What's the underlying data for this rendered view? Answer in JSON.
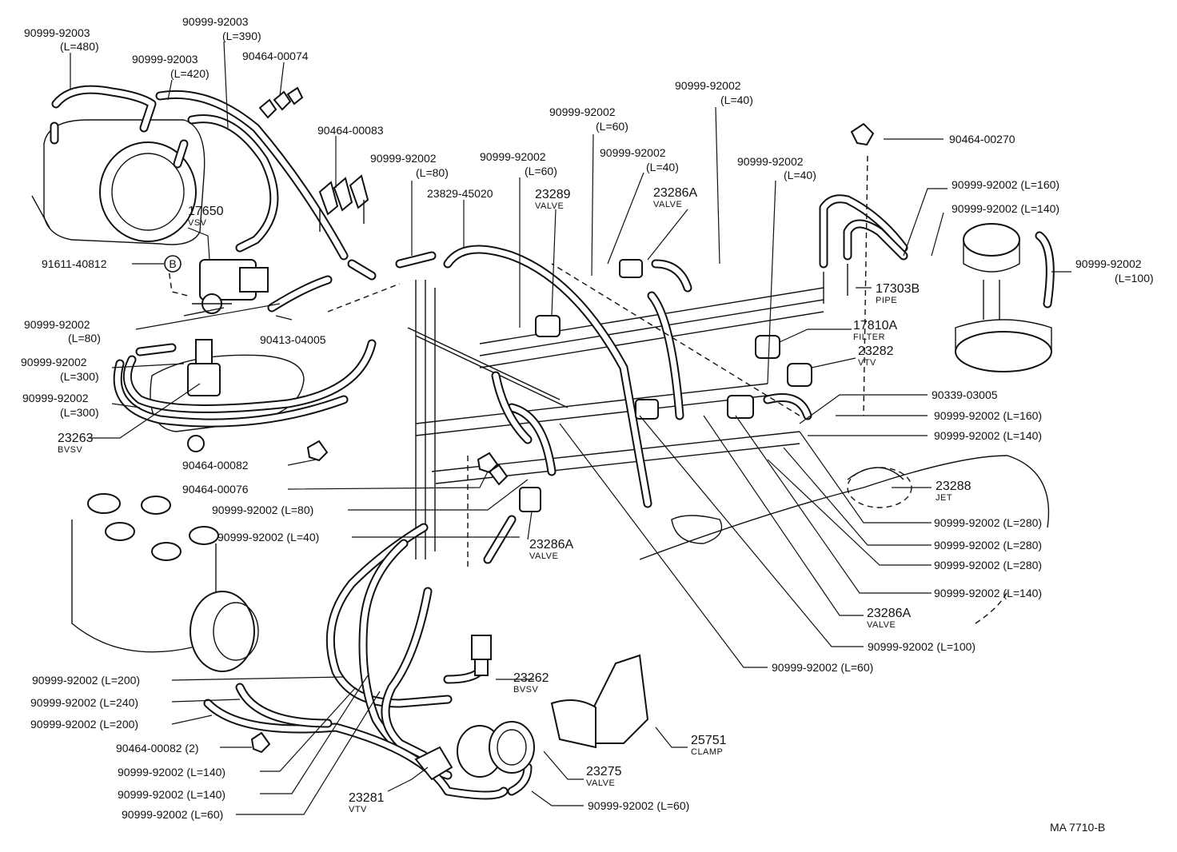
{
  "document_code": "MA 7710-B",
  "circle_marker": "B",
  "labels": [
    {
      "id": "l01",
      "num": "90999-92003",
      "sub": "(L=480)"
    },
    {
      "id": "l02",
      "num": "90999-92003",
      "sub": "(L=390)"
    },
    {
      "id": "l03",
      "num": "90999-92003",
      "sub": "(L=420)"
    },
    {
      "id": "l04",
      "num": "90464-00074",
      "sub": ""
    },
    {
      "id": "l05",
      "num": "90464-00083",
      "sub": ""
    },
    {
      "id": "l06",
      "num": "90999-92002",
      "sub": "(L=80)"
    },
    {
      "id": "l07",
      "num": "23829-45020",
      "sub": ""
    },
    {
      "id": "l08",
      "num": "90999-92002",
      "sub": "(L=60)"
    },
    {
      "id": "l09",
      "num": "90999-92002",
      "sub": "(L=60)"
    },
    {
      "id": "l10",
      "num": "23289",
      "sub": "VALVE"
    },
    {
      "id": "l11",
      "num": "90999-92002",
      "sub": "(L=40)"
    },
    {
      "id": "l12",
      "num": "90999-92002",
      "sub": "(L=40)"
    },
    {
      "id": "l13",
      "num": "23286A",
      "sub": "VALVE"
    },
    {
      "id": "l14",
      "num": "90999-92002",
      "sub": "(L=40)"
    },
    {
      "id": "l15",
      "num": "17650",
      "sub": "VSV"
    },
    {
      "id": "l16",
      "num": "91611-40812",
      "sub": ""
    },
    {
      "id": "l17",
      "num": "90464-00270",
      "sub": ""
    },
    {
      "id": "l18",
      "num": "90999-92002 (L=160)",
      "sub": ""
    },
    {
      "id": "l19",
      "num": "90999-92002 (L=140)",
      "sub": ""
    },
    {
      "id": "l20",
      "num": "90999-92002",
      "sub": "(L=100)"
    },
    {
      "id": "l21",
      "num": "17303B",
      "sub": "PIPE"
    },
    {
      "id": "l22",
      "num": "17810A",
      "sub": "FILTER"
    },
    {
      "id": "l23",
      "num": "23282",
      "sub": "VTV"
    },
    {
      "id": "l24",
      "num": "90999-92002",
      "sub": "(L=80)"
    },
    {
      "id": "l25",
      "num": "90413-04005",
      "sub": ""
    },
    {
      "id": "l26",
      "num": "90999-92002",
      "sub": "(L=300)"
    },
    {
      "id": "l27",
      "num": "90999-92002",
      "sub": "(L=300)"
    },
    {
      "id": "l28",
      "num": "23263",
      "sub": "BVSV"
    },
    {
      "id": "l29",
      "num": "90339-03005",
      "sub": ""
    },
    {
      "id": "l30",
      "num": "90999-92002 (L=160)",
      "sub": ""
    },
    {
      "id": "l31",
      "num": "90999-92002 (L=140)",
      "sub": ""
    },
    {
      "id": "l32",
      "num": "23288",
      "sub": "JET"
    },
    {
      "id": "l33",
      "num": "90464-00082",
      "sub": ""
    },
    {
      "id": "l34",
      "num": "90464-00076",
      "sub": ""
    },
    {
      "id": "l35",
      "num": "90999-92002 (L=80)",
      "sub": ""
    },
    {
      "id": "l36",
      "num": "90999-92002 (L=40)",
      "sub": ""
    },
    {
      "id": "l37",
      "num": "23286A",
      "sub": "VALVE"
    },
    {
      "id": "l38",
      "num": "90999-92002 (L=280)",
      "sub": ""
    },
    {
      "id": "l39",
      "num": "90999-92002 (L=280)",
      "sub": ""
    },
    {
      "id": "l40",
      "num": "90999-92002 (L=280)",
      "sub": ""
    },
    {
      "id": "l41",
      "num": "90999-92002 (L=140)",
      "sub": ""
    },
    {
      "id": "l42",
      "num": "23286A",
      "sub": "VALVE"
    },
    {
      "id": "l43",
      "num": "90999-92002 (L=100)",
      "sub": ""
    },
    {
      "id": "l44",
      "num": "90999-92002 (L=60)",
      "sub": ""
    },
    {
      "id": "l45",
      "num": "90999-92002 (L=200)",
      "sub": ""
    },
    {
      "id": "l46",
      "num": "90999-92002 (L=240)",
      "sub": ""
    },
    {
      "id": "l47",
      "num": "90999-92002 (L=200)",
      "sub": ""
    },
    {
      "id": "l48",
      "num": "90464-00082 (2)",
      "sub": ""
    },
    {
      "id": "l49",
      "num": "90999-92002 (L=140)",
      "sub": ""
    },
    {
      "id": "l50",
      "num": "90999-92002 (L=140)",
      "sub": ""
    },
    {
      "id": "l51",
      "num": "90999-92002 (L=60)",
      "sub": ""
    },
    {
      "id": "l52",
      "num": "23281",
      "sub": "VTV"
    },
    {
      "id": "l53",
      "num": "23262",
      "sub": "BVSV"
    },
    {
      "id": "l54",
      "num": "23275",
      "sub": "VALVE"
    },
    {
      "id": "l55",
      "num": "25751",
      "sub": "CLAMP"
    },
    {
      "id": "l56",
      "num": "90999-92002 (L=60)",
      "sub": ""
    }
  ]
}
